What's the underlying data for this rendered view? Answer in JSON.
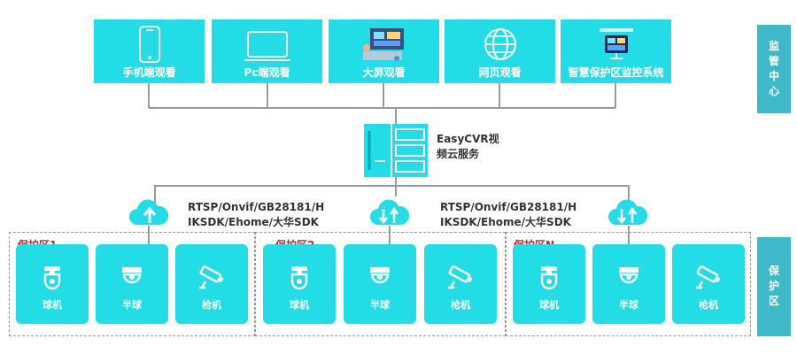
{
  "viewers": [
    {
      "label": "手机端观看",
      "icon": "smartphone-icon"
    },
    {
      "label": "Pc端观看",
      "icon": "monitor-icon"
    },
    {
      "label": "大屏观看",
      "icon": "big-screen-icon"
    },
    {
      "label": "网页观看",
      "icon": "globe-www-icon"
    },
    {
      "label": "智慧保护区监控系统",
      "icon": "dashboard-icon"
    }
  ],
  "side_labels": {
    "top": [
      "监",
      "管",
      "中",
      "心"
    ],
    "bottom": [
      "保",
      "护",
      "区"
    ]
  },
  "server": {
    "line1": "EasyCVR视",
    "line2": "频云服务",
    "icon": "server-cabinet-icon"
  },
  "protocols": [
    {
      "line1": "RTSP/Onvif/GB28181/H",
      "line2": "IKSDK/Ehome/大华SDK"
    },
    {
      "line1": "RTSP/Onvif/GB28181/H",
      "line2": "IKSDK/Ehome/大华SDK"
    }
  ],
  "zones": [
    {
      "label": "保护区1",
      "cameras": [
        "球机",
        "半球",
        "枪机"
      ]
    },
    {
      "label": "保护区2",
      "cameras": [
        "球机",
        "半球",
        "枪机"
      ]
    },
    {
      "label": "保护区N",
      "cameras": [
        "球机",
        "半球",
        "枪机"
      ]
    }
  ],
  "colors": {
    "tile": "#22dde5",
    "side_panel": "#3fb8c8",
    "zone_label": "#e01b1b",
    "line": "#9a9a9a"
  }
}
